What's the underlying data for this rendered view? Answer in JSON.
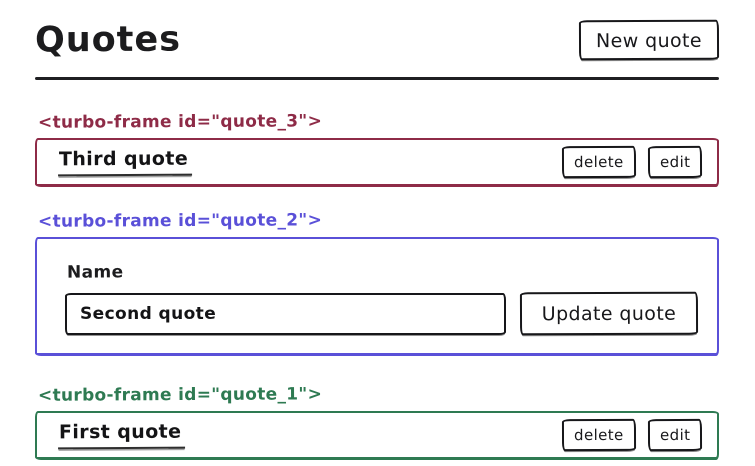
{
  "page": {
    "title": "Quotes",
    "new_quote_button": "New quote"
  },
  "colors": {
    "frame_quote_3": "#8e2b47",
    "frame_quote_2": "#5a50d8",
    "frame_quote_1": "#2e7a52",
    "ink": "#17171a"
  },
  "frames": [
    {
      "id": "quote_3",
      "tag_label": "<turbo-frame id=\"quote_3\">",
      "quote_name": "Third quote",
      "delete_label": "delete",
      "edit_label": "edit"
    },
    {
      "id": "quote_2",
      "tag_label": "<turbo-frame id=\"quote_2\">",
      "field_label": "Name",
      "input_value": "Second quote",
      "submit_label": "Update quote"
    },
    {
      "id": "quote_1",
      "tag_label": "<turbo-frame id=\"quote_1\">",
      "quote_name": "First quote",
      "delete_label": "delete",
      "edit_label": "edit"
    }
  ]
}
